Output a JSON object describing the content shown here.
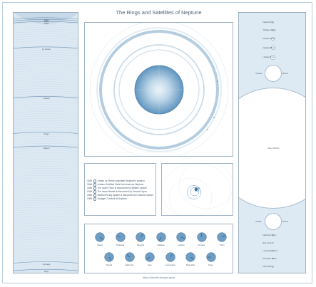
{
  "title": "The Rings and Satellites of Neptune",
  "footer": "https://celestia-dengue.graet",
  "colors": {
    "accent": "#5b8fb7",
    "panel_fill": "#dde9f3",
    "border": "#9fb3c4",
    "text": "#4a6278"
  },
  "rings": [
    {
      "label": "Galle",
      "pos": 0.005
    },
    {
      "label": "Galle",
      "pos": 0.012
    },
    {
      "label": "Galle",
      "pos": 0.02
    },
    {
      "label": "Le Verrier",
      "pos": 0.12
    },
    {
      "label": "Lassell",
      "pos": 0.315
    },
    {
      "label": "Arago",
      "pos": 0.455
    },
    {
      "label": "Adams",
      "pos": 0.51
    },
    {
      "label": "Courage",
      "pos": 0.965
    },
    {
      "label": "Ring",
      "pos": 0.995
    }
  ],
  "events": [
    "1845  Urbain Le Verrier calculates Neptune's position",
    "1846  Johann Gottfried Galle first observes Neptune",
    "1846  The moon Triton is discovered by William Lassell",
    "1949  The moon Nereid is discovered by Gerard Kuiper",
    "1984  Neptune's ring system is discovered by Edward Guinan",
    "1989  Voyager 2 arrives at Neptune"
  ],
  "moons": [
    {
      "name": "Naiad",
      "row": 0,
      "angle": 40
    },
    {
      "name": "Thalassa",
      "row": 0,
      "angle": 200
    },
    {
      "name": "Despina",
      "row": 0,
      "angle": 310
    },
    {
      "name": "Galatea",
      "row": 0,
      "angle": 120
    },
    {
      "name": "Larissa",
      "row": 0,
      "angle": 20
    },
    {
      "name": "Proteus",
      "row": 0,
      "angle": 260
    },
    {
      "name": "Triton",
      "row": 0,
      "angle": 330
    },
    {
      "name": "Nereid",
      "row": 1,
      "angle": 60
    },
    {
      "name": "Halimede",
      "row": 1,
      "angle": 220
    },
    {
      "name": "Sao",
      "row": 1,
      "angle": 140
    },
    {
      "name": "Laomedeia",
      "row": 1,
      "angle": 300
    },
    {
      "name": "Psamathe",
      "row": 1,
      "angle": 30
    },
    {
      "name": "Neso",
      "row": 1,
      "angle": 180
    }
  ],
  "sizes": [
    {
      "name": "Naiad",
      "value": "33 km",
      "d": 3
    },
    {
      "name": "Thalassa",
      "value": "41 km",
      "d": 3.4
    },
    {
      "name": "Despina",
      "value": "75 km",
      "d": 5
    },
    {
      "name": "Galatea",
      "value": "88 km",
      "d": 6
    },
    {
      "name": "Larissa",
      "value": "97 km",
      "d": 7
    },
    {
      "name": "Proteus",
      "value": "210 km",
      "d": 24
    },
    {
      "name": "Triton",
      "value": "1353 km",
      "d": 200
    },
    {
      "name": "Nereid",
      "value": "170 km",
      "d": 24
    },
    {
      "name": "Halimede",
      "value": "31 km",
      "d": 3
    },
    {
      "name": "Sao",
      "value": "22 km",
      "d": 2.4
    },
    {
      "name": "Laomedeia",
      "value": "21 km",
      "d": 2.4
    },
    {
      "name": "Psamathe",
      "value": "20 km",
      "d": 2.2
    },
    {
      "name": "Neso",
      "value": "30 km",
      "d": 3
    }
  ]
}
